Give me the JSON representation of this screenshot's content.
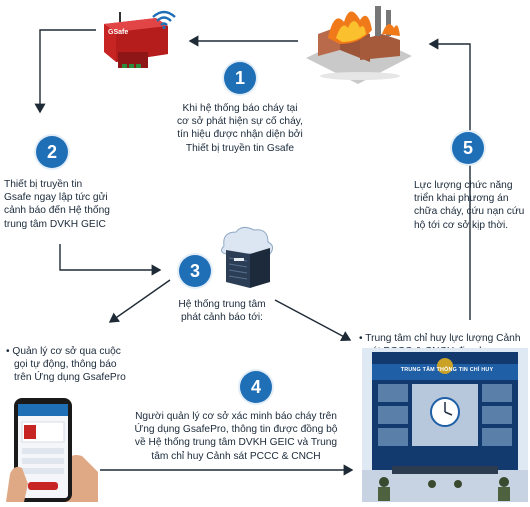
{
  "device": {
    "brand_label": "GSafe",
    "wifi_icon": "wifi-icon"
  },
  "steps": [
    {
      "number": "1",
      "lines": [
        "Khi hệ thống báo cháy tại",
        "cơ sở phát hiện sự cố cháy,",
        "tín hiệu được nhận diện bởi",
        "Thiết bị truyền tin Gsafe"
      ]
    },
    {
      "number": "2",
      "lines": [
        "Thiết bị truyền tin",
        "Gsafe ngay lập tức gửi",
        "cảnh báo đến Hệ thống",
        "trung tâm DVKH GEIC"
      ]
    },
    {
      "number": "3",
      "lines": [
        "Hệ thống trung tâm",
        "phát cảnh báo tới:"
      ]
    },
    {
      "number": "4",
      "lines": [
        "Người quản lý cơ sở xác minh báo cháy trên",
        "Ứng dụng GsafePro, thông tin được đồng bộ",
        "về Hệ thống trung tâm DVKH GEIC và Trung",
        "tâm chỉ huy Cảnh sát PCCC & CNCH"
      ]
    },
    {
      "number": "5",
      "lines": [
        "Lực lượng chức năng",
        "triển khai phương án",
        "chữa cháy, cứu nạn cứu",
        "hộ tới cơ sở kịp thời."
      ]
    }
  ],
  "bullets": {
    "manager": [
      "Quản lý cơ sở qua cuộc",
      "gọi tự động, thông báo",
      "trên Ứng dụng GsafePro"
    ],
    "police": [
      "Trung tâm chỉ huy lực lượng Cảnh",
      "sát PCCC & CNCH địa phương"
    ]
  },
  "command_center": {
    "title": "TRUNG TÂM THÔNG TIN CHỈ HUY"
  },
  "server": {
    "cloud_icon": "cloud-icon"
  },
  "colors": {
    "step_blue": "#1f6fb6",
    "arrow": "#1e2a36",
    "device_red": "#d42b2b",
    "fire_orange": "#f07a1a",
    "panel_navy": "#123a6e"
  }
}
